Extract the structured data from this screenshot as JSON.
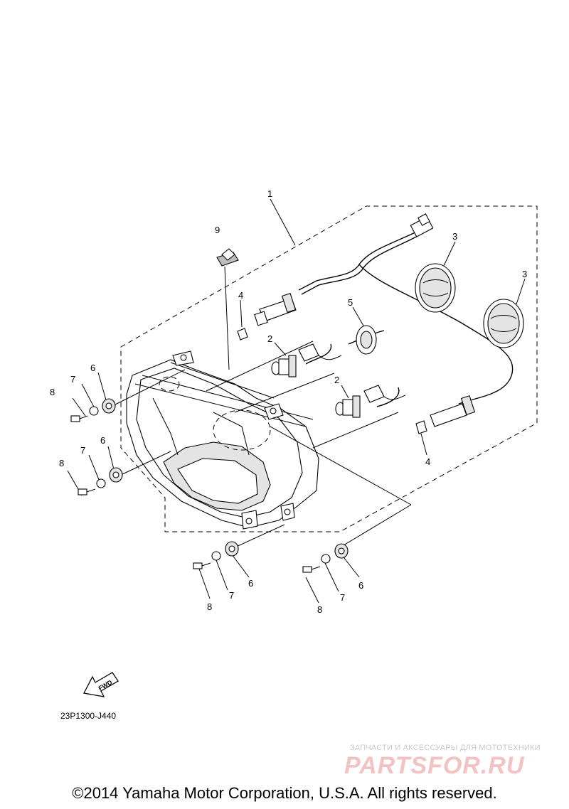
{
  "callouts": {
    "c1": "1",
    "c9": "9",
    "c4a": "4",
    "c4b": "4",
    "c5": "5",
    "c3a": "3",
    "c3b": "3",
    "c2a": "2",
    "c2b": "2",
    "c8a": "8",
    "c7a": "7",
    "c6a": "6",
    "c8b": "8",
    "c7b": "7",
    "c6b": "6",
    "c8c": "8",
    "c7c": "7",
    "c6c": "6",
    "c8d": "8",
    "c7d": "7",
    "c6d": "6"
  },
  "fwd_label": "FWD",
  "diagram_code": "23P1300-J440",
  "watermark": {
    "tagline": "ЗАПЧАСТИ И АКСЕССУАРЫ ДЛЯ МОТОТЕХНИКИ",
    "logo": "PARTSFOR.RU"
  },
  "copyright": "©2014 Yamaha Motor Corporation, U.S.A. All rights reserved."
}
